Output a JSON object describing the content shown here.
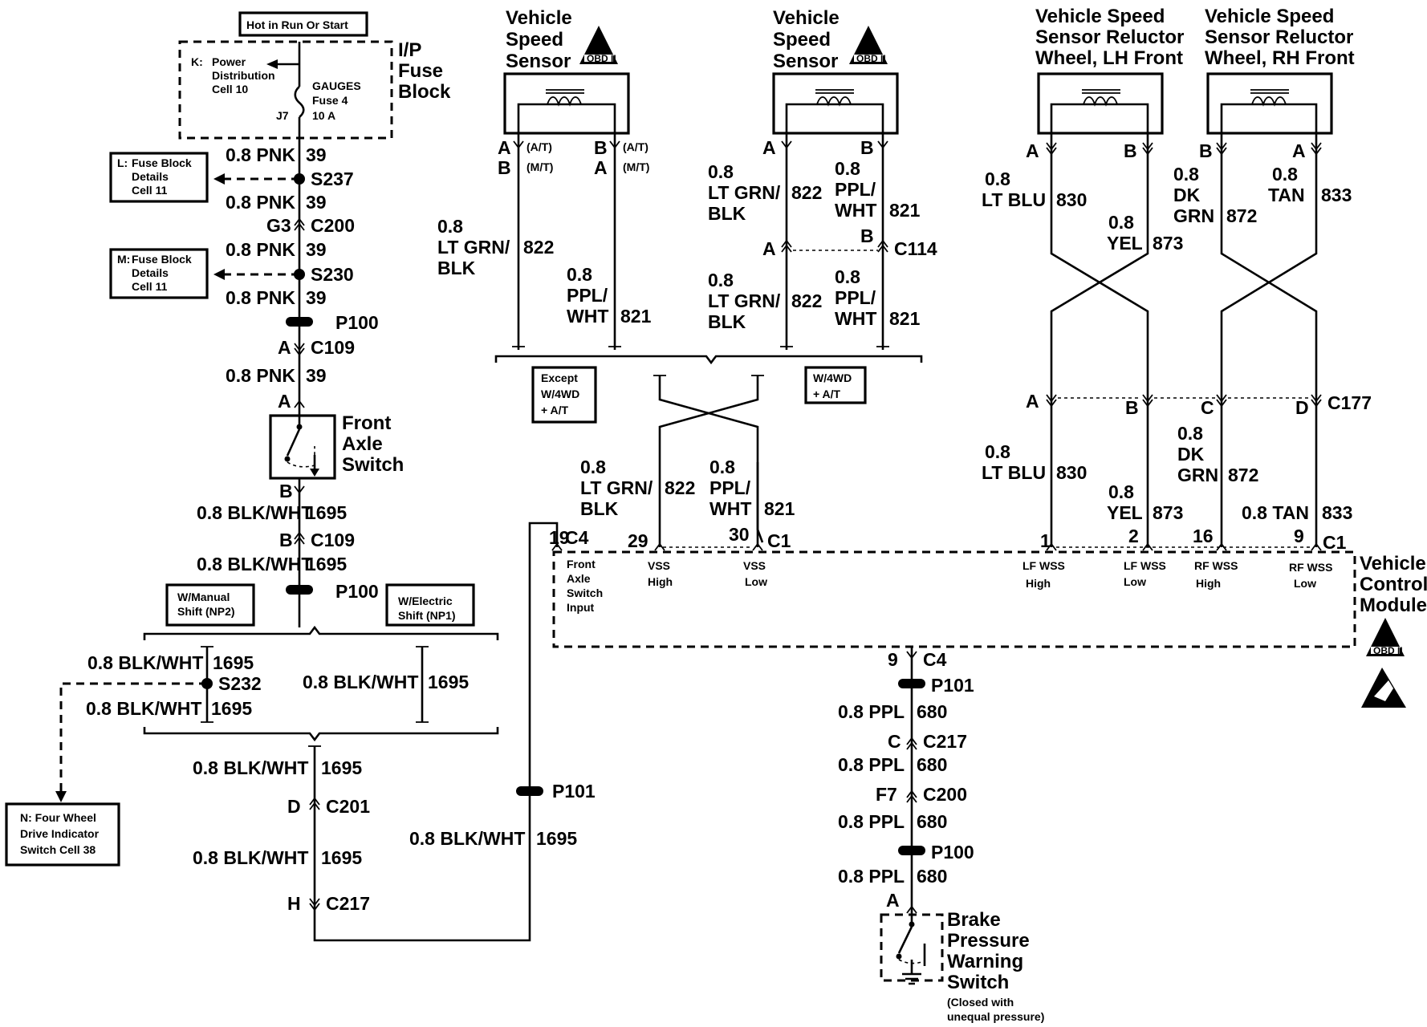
{
  "power": {
    "hot_label": "Hot in Run Or Start",
    "fuse_block_title_1": "I/P",
    "fuse_block_title_2": "Fuse",
    "fuse_block_title_3": "Block",
    "k_letter": "K:",
    "pdc_1": "Power",
    "pdc_2": "Distribution",
    "pdc_3": "Cell 10",
    "fuse_name": "GAUGES",
    "fuse_num": "Fuse 4",
    "fuse_amp": "10 A",
    "fuse_pin": "J7"
  },
  "refs": {
    "l_letter": "L:",
    "l_1": "Fuse Block",
    "l_2": "Details",
    "l_3": "Cell 11",
    "m_letter": "M:",
    "m_1": "Fuse Block",
    "m_2": "Details",
    "m_3": "Cell 11",
    "n_1": "N: Four Wheel",
    "n_2": "Drive Indicator",
    "n_3": "Switch Cell 38"
  },
  "left_chain": {
    "w1": "0.8 PNK",
    "c1": "39",
    "s237": "S237",
    "w2": "0.8 PNK",
    "c2": "39",
    "g3": "G3",
    "c200": "C200",
    "w3": "0.8 PNK",
    "c3": "39",
    "s230": "S230",
    "w4": "0.8 PNK",
    "c4": "39",
    "p100a": "P100",
    "pinA": "A",
    "c109a": "C109",
    "w5": "0.8 PNK",
    "c5": "39",
    "pinA2": "A",
    "switch_1": "Front",
    "switch_2": "Axle",
    "switch_3": "Switch",
    "pinB": "B",
    "w6": "0.8 BLK/WHT",
    "c6": "1695",
    "pinB2": "B",
    "c109b": "C109",
    "w7": "0.8 BLK/WHT",
    "c7": "1695",
    "p100b": "P100",
    "manual_1": "W/Manual",
    "manual_2": "Shift (NP2)",
    "electric_1": "W/Electric",
    "electric_2": "Shift (NP1)",
    "w8": "0.8 BLK/WHT",
    "c8": "1695",
    "s232": "S232",
    "w9": "0.8 BLK/WHT",
    "c9": "1695",
    "w10": "0.8 BLK/WHT",
    "c10": "1695",
    "w11": "0.8 BLK/WHT",
    "c11": "1695",
    "pinD": "D",
    "c201": "C201",
    "w12": "0.8 BLK/WHT",
    "c12": "1695",
    "pinH": "H",
    "c217": "C217",
    "p101": "P101",
    "w13": "0.8 BLK/WHT",
    "c13": "1695"
  },
  "vss": {
    "s1_1": "Vehicle",
    "s1_2": "Speed",
    "s1_3": "Sensor",
    "s2_1": "Vehicle",
    "s2_2": "Speed",
    "s2_3": "Sensor",
    "obd": "OBD II",
    "pa": "A",
    "pat": "(A/T)",
    "pb": "B",
    "pmt": "(M/T)",
    "pb2": "B",
    "pat2": "(A/T)",
    "pa2": "A",
    "pmt2": "(M/T)",
    "g1": "0.8",
    "g2": "LT GRN/",
    "g3": "BLK",
    "g4": "822",
    "p1": "0.8",
    "p2": "PPL/",
    "p3": "WHT",
    "p4": "821",
    "r_a": "A",
    "r_b": "B",
    "r_g1": "0.8",
    "r_g2": "LT GRN/",
    "r_g3": "BLK",
    "r_g4": "822",
    "r_p1": "0.8",
    "r_p2": "PPL/",
    "r_p3": "WHT",
    "r_p4": "821",
    "c114_a": "A",
    "c114_b": "B",
    "c114": "C114",
    "r2_g1": "0.8",
    "r2_g2": "LT GRN/",
    "r2_g3": "BLK",
    "r2_g4": "822",
    "r2_p1": "0.8",
    "r2_p2": "PPL/",
    "r2_p3": "WHT",
    "r2_p4": "821",
    "except_1": "Except",
    "except_2": "W/4WD",
    "except_3": "+ A/T",
    "w4wd_1": "W/4WD",
    "w4wd_2": "+ A/T",
    "m_g1": "0.8",
    "m_g2": "LT GRN/",
    "m_g3": "BLK",
    "m_g4": "822",
    "m_p1": "0.8",
    "m_p2": "PPL/",
    "m_p3": "WHT",
    "m_p4": "821"
  },
  "wss": {
    "lh_1": "Vehicle Speed",
    "lh_2": "Sensor Reluctor",
    "lh_3": "Wheel, LH Front",
    "rh_1": "Vehicle Speed",
    "rh_2": "Sensor Reluctor",
    "rh_3": "Wheel, RH Front",
    "lA": "A",
    "lB": "B",
    "rB": "B",
    "rA": "A",
    "blu1": "0.8",
    "blu2": "LT BLU",
    "blu3": "830",
    "yel1": "0.8",
    "yel2": "YEL",
    "yel3": "873",
    "grn1": "0.8",
    "grn2": "DK",
    "grn3": "GRN",
    "grn4": "872",
    "tan1": "0.8",
    "tan2": "TAN",
    "tan3": "833",
    "c177_a": "A",
    "c177_b": "B",
    "c177_c": "C",
    "c177_d": "D",
    "c177": "C177",
    "blu4": "0.8",
    "blu5": "LT BLU",
    "blu6": "830",
    "yel4": "0.8",
    "yel5": "YEL",
    "yel6": "873",
    "grn5": "0.8",
    "grn6": "DK",
    "grn7": "GRN",
    "grn8": "872",
    "tan4": "0.8 TAN",
    "tan5": "833"
  },
  "vcm": {
    "title_1": "Vehicle",
    "title_2": "Control",
    "title_3": "Module",
    "pin19": "19",
    "c4": "C4",
    "pin29": "29",
    "pin30": "30",
    "c1a": "C1",
    "pin1": "1",
    "pin2": "2",
    "pin16": "16",
    "pin9": "9",
    "c1b": "C1",
    "fa_1": "Front",
    "fa_2": "Axle",
    "fa_3": "Switch",
    "fa_4": "Input",
    "vssh_1": "VSS",
    "vssh_2": "High",
    "vssl_1": "VSS",
    "vssl_2": "Low",
    "lfh_1": "LF WSS",
    "lfh_2": "High",
    "lfl_1": "LF WSS",
    "lfl_2": "Low",
    "rfh_1": "RF WSS",
    "rfh_2": "High",
    "rfl_1": "RF WSS",
    "rfl_2": "Low"
  },
  "brake": {
    "pin9": "9",
    "c4": "C4",
    "p101": "P101",
    "w1": "0.8 PPL",
    "c1": "680",
    "pinC": "C",
    "c217": "C217",
    "w2": "0.8 PPL",
    "c2": "680",
    "pinF7": "F7",
    "c200": "C200",
    "w3": "0.8 PPL",
    "c3": "680",
    "p100": "P100",
    "w4": "0.8 PPL",
    "c4w": "680",
    "pinA": "A",
    "sw_1": "Brake",
    "sw_2": "Pressure",
    "sw_3": "Warning",
    "sw_4": "Switch",
    "note_1": "(Closed with",
    "note_2": "unequal pressure)"
  }
}
